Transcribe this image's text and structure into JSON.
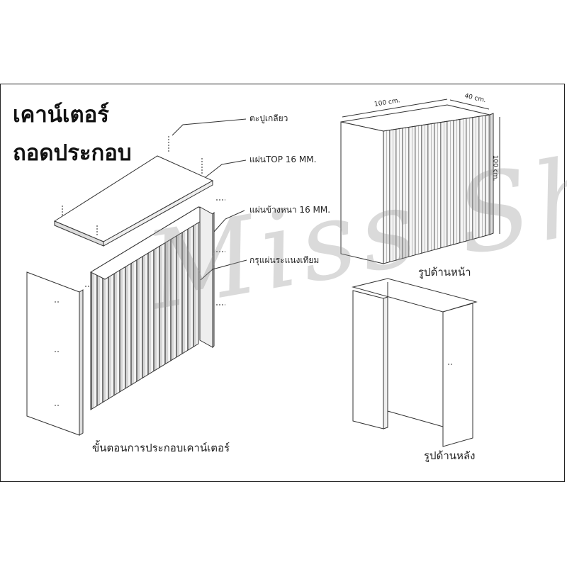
{
  "title": {
    "line1": "เคาน์เตอร์",
    "line2": "ถอดประกอบ"
  },
  "callouts": {
    "screw": "ตะปูเกลียว",
    "top_panel": "แผ่นTOP 16 MM.",
    "side_panel": "แผ่นข้างหนา 16 MM.",
    "slat_grid": "กรุแผ่นระแนงเทียม"
  },
  "captions": {
    "assembly_steps": "ขั้นตอนการประกอบเคาน์เตอร์",
    "front_view": "รูปด้านหน้า",
    "back_view": "รูปด้านหลัง"
  },
  "dimensions": {
    "width": "100 cm.",
    "depth": "40 cm.",
    "height": "100 cm."
  },
  "watermark": "Miss Shu",
  "colors": {
    "line": "#333333",
    "panel": "#ffffff",
    "slat_dark": "#8a8a8a",
    "slat_light": "#e6e6e6",
    "frame": "#222222"
  }
}
